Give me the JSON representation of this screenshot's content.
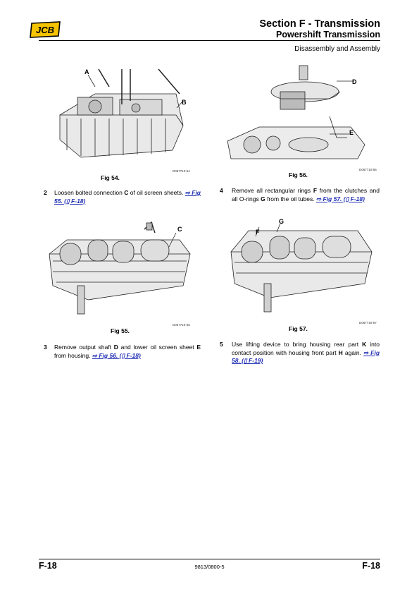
{
  "header": {
    "logo_text": "JCB",
    "section_title": "Section F - Transmission",
    "section_subtitle": "Powershift Transmission",
    "topic": "Disassembly and Assembly"
  },
  "figures": [
    {
      "caption": "Fig 54.",
      "code": "D067710-54",
      "callouts": [
        "A",
        "B"
      ]
    },
    {
      "caption": "Fig 55.",
      "code": "D067710-55",
      "callouts": [
        "C"
      ]
    },
    {
      "caption": "Fig 56.",
      "code": "D067710-56",
      "callouts": [
        "D",
        "E"
      ]
    },
    {
      "caption": "Fig 57.",
      "code": "D067710-57",
      "callouts": [
        "F",
        "G"
      ]
    }
  ],
  "steps": [
    {
      "num": "2",
      "parts": [
        "Loosen bolted connection ",
        "C",
        " of oil screen sheets."
      ],
      "xref": "⇨ Fig 55. (▯ F-18)"
    },
    {
      "num": "3",
      "parts": [
        "Remove output shaft ",
        "D",
        " and lower oil screen sheet ",
        "E",
        " from housing. "
      ],
      "xref": "⇨ Fig 56. (▯ F-18)"
    },
    {
      "num": "4",
      "parts": [
        "Remove all rectangular rings ",
        "F",
        " from the clutches and all O-rings ",
        "G",
        " from the oil tubes. "
      ],
      "xref": "⇨ Fig 57. (▯ F-18)"
    },
    {
      "num": "5",
      "parts": [
        "Use lifting device to bring housing rear part ",
        "K",
        " into contact position with housing front part ",
        "H",
        " again. "
      ],
      "xref": "⇨ Fig 58. (▯ F-19)"
    }
  ],
  "footer": {
    "page_left": "F-18",
    "doc_number": "9813/0800-5",
    "page_right": "F-18"
  },
  "colors": {
    "link": "#1f2fb4",
    "logo_bg": "#f5c400",
    "text": "#000000"
  }
}
